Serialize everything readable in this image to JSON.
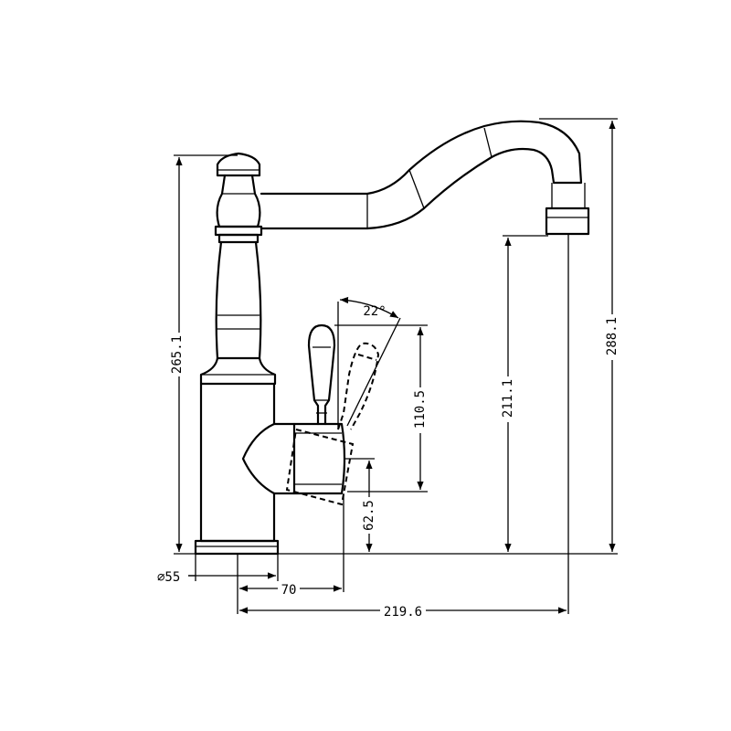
{
  "dimensions": {
    "height_body": "265.1",
    "height_overall": "288.1",
    "height_spout_outlet": "211.1",
    "handle_height": "110.5",
    "handle_axis_height": "62.5",
    "handle_angle": "22°",
    "base_diameter": "⌀55",
    "handle_offset": "70",
    "spout_reach": "219.6"
  },
  "colors": {
    "line": "#000000",
    "background": "#ffffff"
  }
}
